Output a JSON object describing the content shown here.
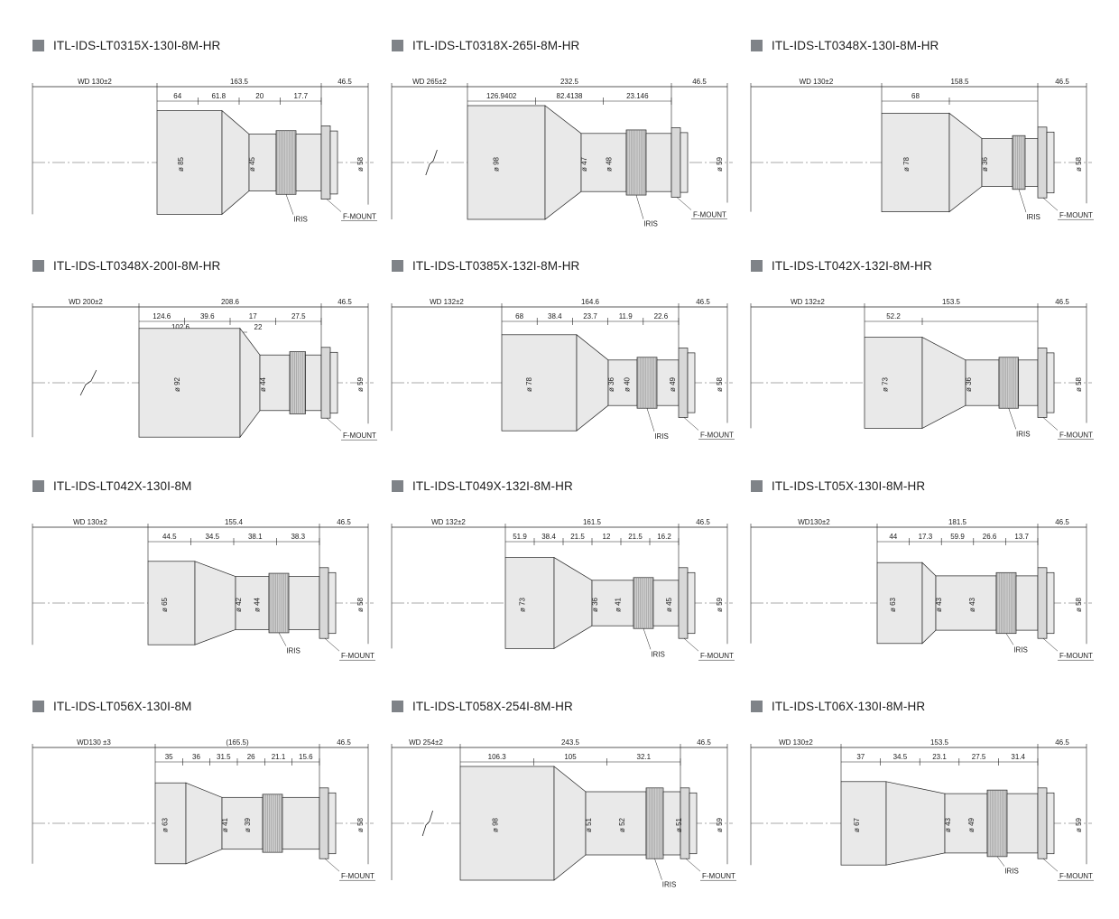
{
  "colors": {
    "bullet": "#7f8388",
    "line": "#222222",
    "body_fill": "#e9e9e9",
    "center_line": "#555555"
  },
  "icons": {
    "bullet": "grey-square-bullet"
  },
  "lenses": [
    {
      "title": "ITL-IDS-LT0315X-130I-8M-HR",
      "wd": "WD 130±2",
      "total": "163.5",
      "flange": "46.5",
      "segs": [
        "64",
        "61.8",
        "20",
        "17.7"
      ],
      "dias": [
        "ø 85",
        "ø 45",
        "ø 58"
      ],
      "mount": "F-MOUNT",
      "iris": "IRIS"
    },
    {
      "title": "ITL-IDS-LT0318X-265I-8M-HR",
      "wd": "WD 265±2",
      "total": "232.5",
      "flange": "46.5",
      "segs": [
        "126.9402",
        "82.4138",
        "23.146"
      ],
      "dias": [
        "ø 98",
        "ø 47",
        "ø 48",
        "ø 59"
      ],
      "mount": "F-MOUNT",
      "iris": "IRIS"
    },
    {
      "title": "ITL-IDS-LT0348X-130I-8M-HR",
      "wd": "WD 130±2",
      "total": "158.5",
      "flange": "46.5",
      "segs": [
        "68"
      ],
      "dias": [
        "ø 78",
        "ø 36",
        "ø 58"
      ],
      "mount": "F-MOUNT",
      "iris": "IRIS"
    },
    {
      "title": "ITL-IDS-LT0348X-200I-8M-HR",
      "wd": "WD 200±2",
      "total": "208.6",
      "flange": "46.5",
      "segs": [
        "124.6",
        "39.6",
        "17",
        "27.5"
      ],
      "sub": [
        "102.6",
        "22"
      ],
      "dias": [
        "ø 92",
        "ø 44",
        "ø 59"
      ],
      "mount": "F-MOUNT",
      "iris": ""
    },
    {
      "title": "ITL-IDS-LT0385X-132I-8M-HR",
      "wd": "WD 132±2",
      "total": "164.6",
      "flange": "46.5",
      "segs": [
        "68",
        "38.4",
        "23.7",
        "11.9",
        "22.6"
      ],
      "dias": [
        "ø 78",
        "ø 36",
        "ø 40",
        "ø 49",
        "ø 58"
      ],
      "mount": "F-MOUNT",
      "iris": "IRIS"
    },
    {
      "title": "ITL-IDS-LT042X-132I-8M-HR",
      "wd": "WD 132±2",
      "total": "153.5",
      "flange": "46.5",
      "segs": [
        "52.2"
      ],
      "dias": [
        "ø 73",
        "ø 36",
        "ø 58"
      ],
      "mount": "F-MOUNT",
      "iris": "IRIS"
    },
    {
      "title": "ITL-IDS-LT042X-130I-8M",
      "wd": "WD 130±2",
      "total": "155.4",
      "flange": "46.5",
      "segs": [
        "44.5",
        "34.5",
        "38.1",
        "38.3"
      ],
      "dias": [
        "ø 65",
        "ø 42",
        "ø 44",
        "ø 58"
      ],
      "mount": "F-MOUNT",
      "iris": "IRIS"
    },
    {
      "title": "ITL-IDS-LT049X-132I-8M-HR",
      "wd": "WD 132±2",
      "total": "161.5",
      "flange": "46.5",
      "segs": [
        "51.9",
        "38.4",
        "21.5",
        "12",
        "21.5",
        "16.2"
      ],
      "dias": [
        "ø 73",
        "ø 36",
        "ø 41",
        "ø 45",
        "ø 59"
      ],
      "mount": "F-MOUNT",
      "iris": "IRIS"
    },
    {
      "title": "ITL-IDS-LT05X-130I-8M-HR",
      "wd": "WD130±2",
      "total": "181.5",
      "flange": "46.5",
      "segs": [
        "44",
        "17.3",
        "59.9",
        "26.6",
        "13.7"
      ],
      "dias": [
        "ø 63",
        "ø 43",
        "ø 43",
        "ø 58"
      ],
      "mount": "F-MOUNT",
      "iris": "IRIS"
    },
    {
      "title": "ITL-IDS-LT056X-130I-8M",
      "wd": "WD130 ±3",
      "total": "(165.5)",
      "flange": "46.5",
      "segs": [
        "35",
        "36",
        "31.5",
        "26",
        "21.1",
        "15.6"
      ],
      "dias": [
        "ø 63",
        "ø 41",
        "ø 39",
        "ø 58"
      ],
      "mount": "F-MOUNT",
      "iris": ""
    },
    {
      "title": "ITL-IDS-LT058X-254I-8M-HR",
      "wd": "WD 254±2",
      "total": "243.5",
      "flange": "46.5",
      "segs": [
        "106.3",
        "105",
        "32.1"
      ],
      "dias": [
        "ø 98",
        "ø 51",
        "ø 52",
        "ø 51",
        "ø 59"
      ],
      "mount": "F-MOUNT",
      "iris": "IRIS"
    },
    {
      "title": "ITL-IDS-LT06X-130I-8M-HR",
      "wd": "WD 130±2",
      "total": "153.5",
      "flange": "46.5",
      "segs": [
        "37",
        "34.5",
        "23.1",
        "27.5",
        "31.4"
      ],
      "dias": [
        "ø 67",
        "ø 43",
        "ø 49",
        "ø 59"
      ],
      "mount": "F-MOUNT",
      "iris": "IRIS"
    }
  ]
}
